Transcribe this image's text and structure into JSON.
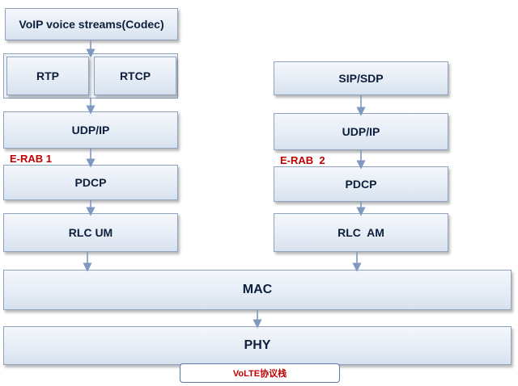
{
  "layers": {
    "voip": "VoIP voice streams(Codec)",
    "rtp": "RTP",
    "rtcp": "RTCP",
    "udp_left": "UDP/IP",
    "pdcp_left": "PDCP",
    "rlc_um": "RLC UM",
    "sip": "SIP/SDP",
    "udp_right": "UDP/IP",
    "pdcp_right": "PDCP",
    "rlc_am": "RLC  AM",
    "mac": "MAC",
    "phy": "PHY"
  },
  "bearers": {
    "left": "E-RAB 1",
    "right": "E-RAB  2"
  },
  "caption": "VoLTE协议栈",
  "colors": {
    "box_fill": "#e6edf6",
    "box_border": "#8fa3bd",
    "text": "#0d1f3c",
    "bearer_label": "#c00000",
    "arrow": "#7f98bf"
  }
}
